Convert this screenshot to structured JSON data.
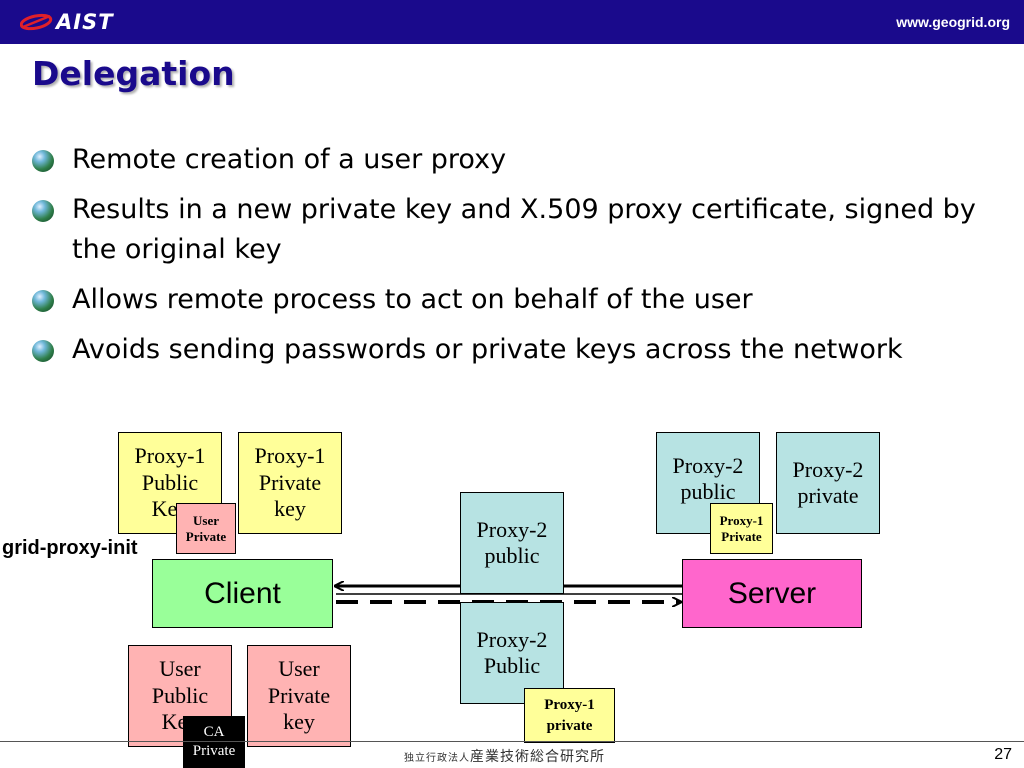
{
  "header": {
    "logo_text": "AIST",
    "url": "www.geogrid.org",
    "bg_color": "#1a0a8c"
  },
  "slide": {
    "title": "Delegation",
    "bullets": [
      "Remote creation of a user proxy",
      "Results in a new private key and X.509 proxy certificate, signed by the original key",
      "Allows remote process to act on behalf of the user",
      "Avoids sending passwords or private keys across the network"
    ]
  },
  "diagram": {
    "proxy1_public_key": [
      "Proxy-1",
      "Public",
      "Key"
    ],
    "proxy1_private_key": [
      "Proxy-1",
      "Private",
      "key"
    ],
    "user_private_small": [
      "User",
      "Private"
    ],
    "grid_proxy_init": "grid-proxy-init",
    "client": "Client",
    "server": "Server",
    "proxy2_public_top": [
      "Proxy-2",
      "public"
    ],
    "proxy2_public_mid": [
      "Proxy-2",
      "Public"
    ],
    "proxy1_private_bottom": [
      "Proxy-1",
      "private"
    ],
    "proxy2_public_right": [
      "Proxy-2",
      "public"
    ],
    "proxy2_private_right": [
      "Proxy-2",
      "private"
    ],
    "proxy1_private_small": [
      "Proxy-1",
      "Private"
    ],
    "user_public_key": [
      "User",
      "Public",
      "Key"
    ],
    "user_private_key": [
      "User",
      "Private",
      "key"
    ],
    "ca_private": [
      "CA",
      "Private"
    ],
    "colors": {
      "yellow": "#ffff99",
      "teal": "#b7e3e3",
      "pink": "#ffb3b3",
      "client": "#99ff99",
      "server": "#ff66cc"
    }
  },
  "footer": {
    "org_prefix": "独立行政法人",
    "org_name": "産業技術総合研究所",
    "page_number": "27"
  }
}
